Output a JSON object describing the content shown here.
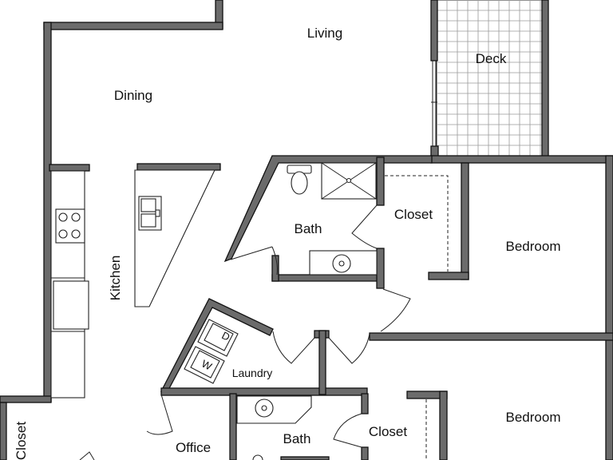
{
  "rooms": {
    "living": "Living",
    "deck": "Deck",
    "dining": "Dining",
    "kitchen": "Kitchen",
    "bath_upper": "Bath",
    "closet_upper": "Closet",
    "bedroom_upper": "Bedroom",
    "laundry": "Laundry",
    "bedroom_lower": "Bedroom",
    "bath_lower": "Bath",
    "closet_lower": "Closet",
    "office": "Office",
    "closet_left": "Closet"
  },
  "appliances": {
    "dryer": "D",
    "washer": "W"
  }
}
